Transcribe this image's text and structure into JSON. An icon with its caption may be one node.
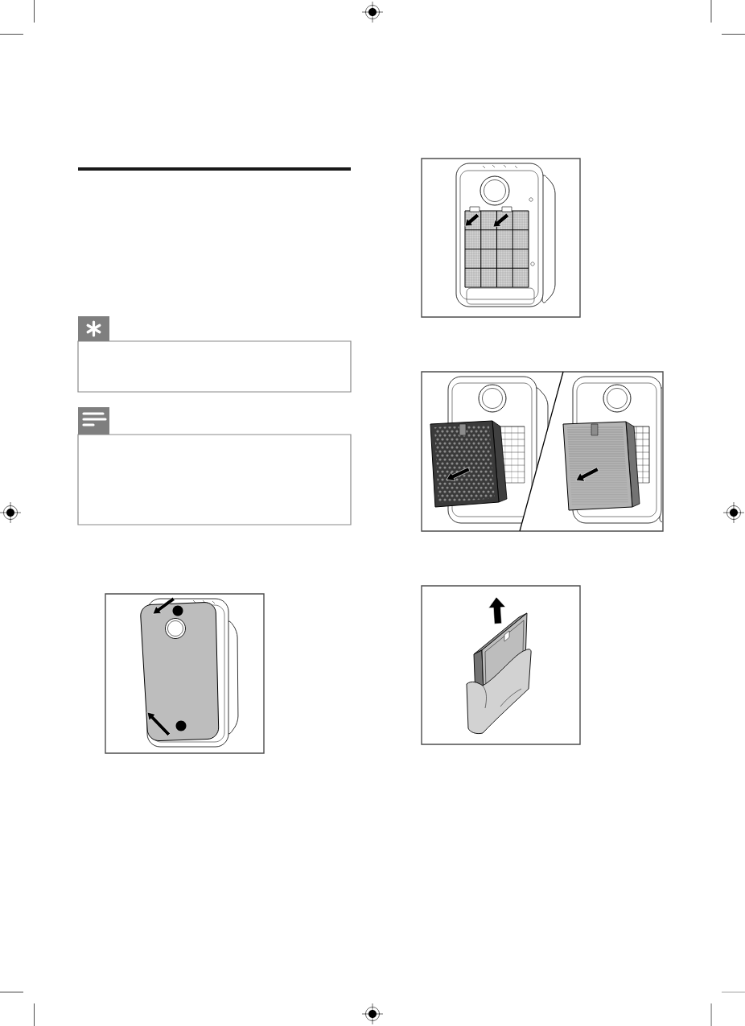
{
  "diagram": {
    "nodes": [
      {
        "text": [],
        "shape": "box"
      },
      {
        "text": [],
        "shape": "box"
      },
      {
        "text": [],
        "shape": "picture"
      },
      {
        "text": [],
        "shape": "picture"
      },
      {
        "text": [],
        "shape": "picture"
      },
      {
        "text": [],
        "shape": "picture"
      }
    ]
  }
}
